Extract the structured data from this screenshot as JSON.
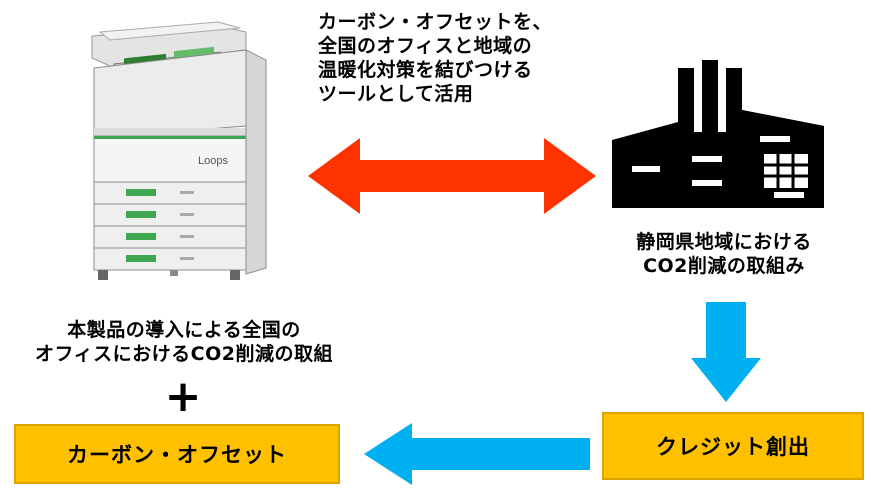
{
  "top_caption": [
    "カーボン・オフセットを、",
    "全国のオフィスと地域の",
    "温暖化対策を結びつける",
    "ツールとして活用"
  ],
  "right_caption": [
    "静岡県地域における",
    "CO2削減の取組み"
  ],
  "left_caption": [
    "本製品の導入による全国の",
    "オフィスにおけるCO2削減の取組"
  ],
  "plus_sign": "+",
  "carbon_offset_box": "カーボン・オフセット",
  "credit_box": "クレジット創出",
  "copier_brand": "Loops",
  "colors": {
    "double_arrow": "#ff3300",
    "flow_arrow": "#00b0f0",
    "box_fill": "#ffc000",
    "copier_accent": "#3fa652"
  },
  "icons": [
    "copier-illustration",
    "factory-icon",
    "double-arrow",
    "down-arrow",
    "left-arrow"
  ]
}
